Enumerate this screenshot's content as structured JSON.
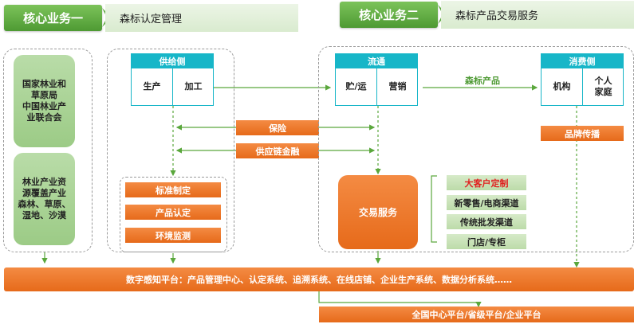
{
  "header": {
    "core1_label": "核心业务一",
    "core1_desc": "森标认定管理",
    "core2_label": "核心业务二",
    "core2_desc": "森标产品交易服务"
  },
  "left": {
    "box1": "国家林业和\n草原局\n中国林业产\n业联合会",
    "box2": "林业产业资\n源覆盖产业\n森林、草原、\n湿地、沙漠"
  },
  "supply": {
    "title": "供给侧",
    "col1": "生产",
    "col2": "加工",
    "items": [
      "标准制定",
      "产品认定",
      "环境监测"
    ]
  },
  "middle": {
    "insurance": "保险",
    "finance": "供应链金融"
  },
  "circulation": {
    "title": "流通",
    "col1": "贮/运",
    "col2": "营销",
    "arrow_label": "森标产品"
  },
  "consumer": {
    "title": "消费侧",
    "col1": "机构",
    "col2": "个人\n家庭",
    "brand": "品牌传播"
  },
  "trade": {
    "label": "交易服务",
    "channels": [
      "大客户定制",
      "新零售/电商渠道",
      "传统批发渠道",
      "门店/专柜"
    ],
    "highlight_color": "#e02020"
  },
  "footer": {
    "platform": "数字感知平台：产品管理中心、认定系统、追溯系统、在线店铺、企业生产系统、数据分析系统……",
    "national": "全国中心平台/省级平台/企业平台"
  },
  "colors": {
    "green": "#5aa73c",
    "teal": "#17b6c8",
    "orange": "#ec7626"
  }
}
